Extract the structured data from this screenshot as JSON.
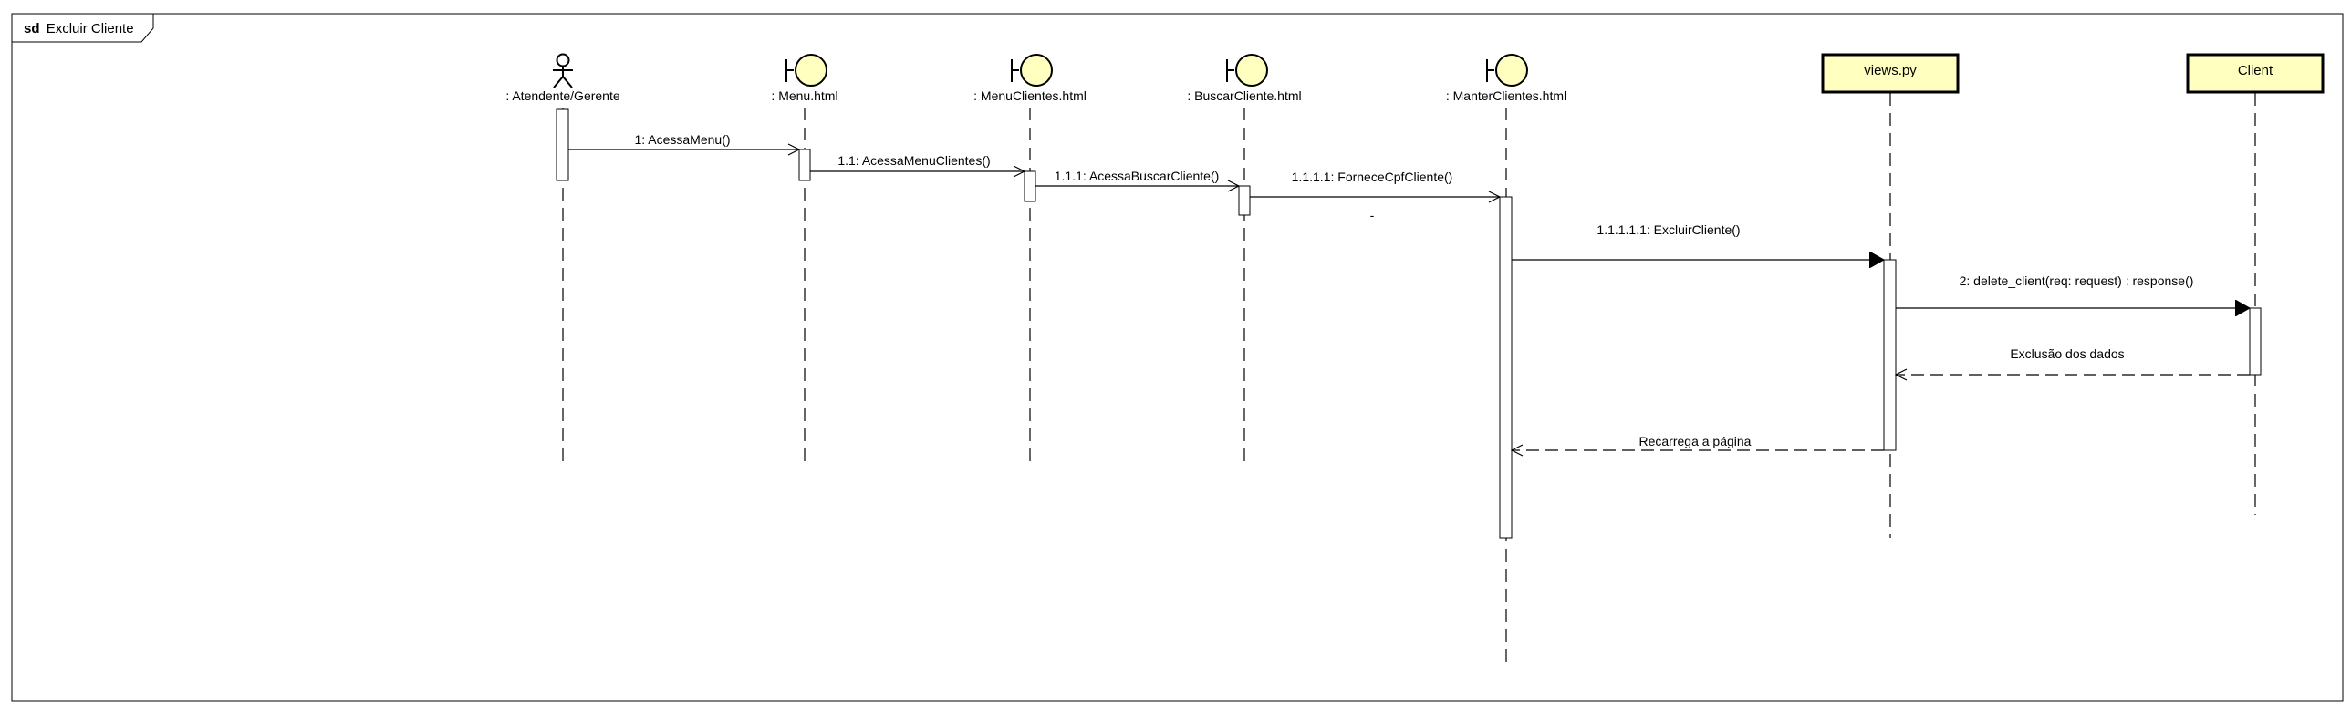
{
  "frame": {
    "keyword": "sd",
    "name": "Excluir Cliente"
  },
  "lifelines": {
    "actor": {
      "kind": "actor",
      "label": ": Atendente/Gerente"
    },
    "menu": {
      "kind": "boundary",
      "label": ": Menu.html"
    },
    "menu_clientes": {
      "kind": "boundary",
      "label": ": MenuClientes.html"
    },
    "buscar_cliente": {
      "kind": "boundary",
      "label": ": BuscarCliente.html"
    },
    "manter_clientes": {
      "kind": "boundary",
      "label": ": ManterClientes.html"
    },
    "views": {
      "kind": "class-box",
      "label": "views.py"
    },
    "client": {
      "kind": "class-box",
      "label": "Client"
    }
  },
  "messages": {
    "m1": {
      "label": "1: AcessaMenu()",
      "from": "actor",
      "to": "menu",
      "style": "async"
    },
    "m2": {
      "label": "1.1: AcessaMenuClientes()",
      "from": "menu",
      "to": "menu_clientes",
      "style": "async"
    },
    "m3": {
      "label": "1.1.1: AcessaBuscarCliente()",
      "from": "menu_clientes",
      "to": "buscar_cliente",
      "style": "async"
    },
    "m4": {
      "label": "1.1.1.1: ForneceCpfCliente()",
      "from": "buscar_cliente",
      "to": "manter_clientes",
      "style": "async"
    },
    "m4_guard": {
      "label": "-"
    },
    "m5": {
      "label": "1.1.1.1.1: ExcluirCliente()",
      "from": "manter_clientes",
      "to": "views",
      "style": "sync"
    },
    "m6": {
      "label": "2: delete_client(req: request) : response()",
      "from": "views",
      "to": "client",
      "style": "sync"
    },
    "m7": {
      "label": "Exclusão dos dados",
      "from": "client",
      "to": "views",
      "style": "return"
    },
    "m8": {
      "label": "Recarrega a página",
      "from": "views",
      "to": "manter_clientes",
      "style": "return"
    }
  },
  "colors": {
    "stroke": "#000000",
    "note_fill": "#ffffc0",
    "boundary_fill": "#ffffc0",
    "activation_fill": "#ffffff",
    "background": "#ffffff"
  }
}
